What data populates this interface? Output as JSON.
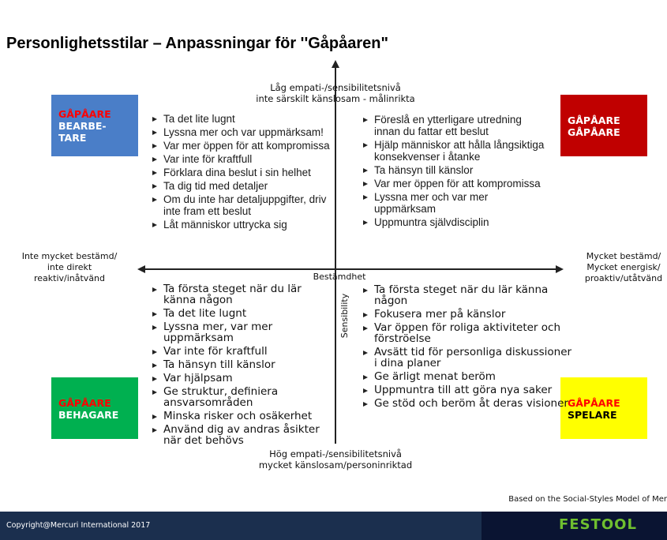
{
  "title": "Personlighetsstilar – Anpassningar för ''Gåpåaren\"",
  "axes": {
    "top": [
      "Låg empati-/sensibilitetsnivå",
      "inte särskilt känslosam - målinrikta"
    ],
    "bottom": [
      "Hög empati-/sensibilitetsnivå",
      "mycket känslosam/personinriktad"
    ],
    "left": [
      "Inte mycket bestämd/",
      "inte direkt",
      "reaktiv/inåtvänd"
    ],
    "right": [
      "Mycket bestämd/",
      "Mycket energisk/",
      "proaktiv/utåtvänd"
    ],
    "horizontal_name": "Bestämdhet",
    "vertical_name": "Sensibility"
  },
  "boxes": {
    "top_left": {
      "line1": "GÅPÅARE",
      "line2": "BEARBE-",
      "line3": "TARE",
      "color": "#4a7ec8"
    },
    "top_right": {
      "line1": "GÅPÅARE",
      "line2": "GÅPÅARE",
      "color": "#c00000"
    },
    "bottom_left": {
      "line1": "GÅPÅARE",
      "line2": "BEHAGARE",
      "color": "#00b050"
    },
    "bottom_right": {
      "line1": "GÅPÅARE",
      "line2": "SPELARE",
      "color": "#ffff00"
    }
  },
  "lists": {
    "top_left": [
      "Ta det lite lugnt",
      "Lyssna mer och var uppmärksam!",
      "Var mer öppen för att kompromissa",
      "Var inte för kraftfull",
      "Förklara dina beslut i sin helhet",
      "Ta dig tid med detaljer",
      "Om du inte har detaljuppgifter, driv inte fram ett beslut",
      "Låt människor uttrycka sig"
    ],
    "top_right": [
      "Föreslå en ytterligare utredning innan du fattar ett beslut",
      "Hjälp människor att hålla långsiktiga konsekvenser i åtanke",
      "Ta hänsyn till känslor",
      "Var mer öppen för att kompromissa",
      "Lyssna mer och var mer uppmärksam",
      "Uppmuntra självdisciplin"
    ],
    "bottom_left": [
      "Ta första steget när du lär känna någon",
      "Ta det lite lugnt",
      "Lyssna mer, var mer uppmärksam",
      "Var inte för kraftfull",
      "Ta hänsyn till känslor",
      "Var hjälpsam",
      "Ge struktur, definiera ansvarsområden",
      "Minska risker och osäkerhet",
      "Använd dig av andras åsikter när det behövs"
    ],
    "bottom_right": [
      "Ta första steget när du lär känna någon",
      "Fokusera mer på känslor",
      "Var öppen för roliga aktiviteter och förströelse",
      "Avsätt tid för personliga diskussioner i dina planer",
      "Ge ärligt menat beröm",
      "Uppmuntra till att göra nya saker",
      "Ge stöd och beröm åt deras visioner"
    ]
  },
  "source": "Based on the Social-Styles Model of Mer",
  "footer": {
    "copyright": "Copyright@Mercuri International 2017",
    "logo": "FESTOOL"
  }
}
